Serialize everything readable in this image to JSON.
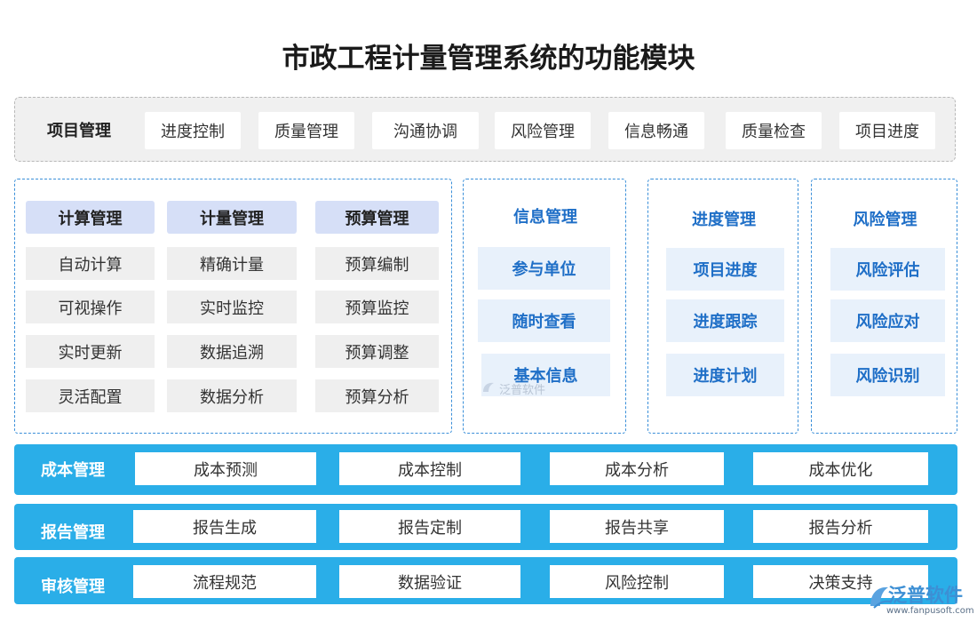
{
  "title": "市政工程计量管理系统的功能模块",
  "project": {
    "label": "项目管理",
    "items": [
      "进度控制",
      "质量管理",
      "沟通协调",
      "风险管理",
      "信息畅通",
      "质量检查",
      "项目进度"
    ]
  },
  "left_panel": {
    "columns": [
      {
        "header": "计算管理",
        "items": [
          "自动计算",
          "可视操作",
          "实时更新",
          "灵活配置"
        ]
      },
      {
        "header": "计量管理",
        "items": [
          "精确计量",
          "实时监控",
          "数据追溯",
          "数据分析"
        ]
      },
      {
        "header": "预算管理",
        "items": [
          "预算编制",
          "预算监控",
          "预算调整",
          "预算分析"
        ]
      }
    ]
  },
  "info_panel": {
    "title": "信息管理",
    "items": [
      "参与单位",
      "随时查看",
      "基本信息"
    ]
  },
  "progress_panel": {
    "title": "进度管理",
    "items": [
      "项目进度",
      "进度跟踪",
      "进度计划"
    ]
  },
  "risk_panel": {
    "title": "风险管理",
    "items": [
      "风险评估",
      "风险应对",
      "风险识别"
    ]
  },
  "bars": [
    {
      "label": "成本管理",
      "items": [
        "成本预测",
        "成本控制",
        "成本分析",
        "成本优化"
      ]
    },
    {
      "label": "报告管理",
      "items": [
        "报告生成",
        "报告定制",
        "报告共享",
        "报告分析"
      ]
    },
    {
      "label": "审核管理",
      "items": [
        "流程规范",
        "数据验证",
        "风险控制",
        "决策支持"
      ]
    }
  ],
  "watermark": {
    "inner": "泛普软件",
    "logo_text": "泛普软件",
    "logo_url": "www.fanpusoft.com"
  },
  "colors": {
    "accent_blue": "#2aaee8",
    "panel_border": "#3a8fd9",
    "header_fill": "#d6dff7",
    "text_blue": "#1f6fc7"
  }
}
